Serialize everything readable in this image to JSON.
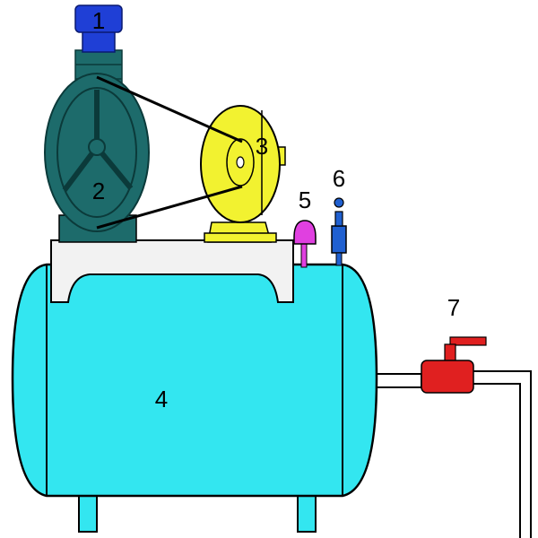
{
  "labels": {
    "valve_cap": "1",
    "flywheel": "2",
    "motor": "3",
    "tank": "4",
    "pressure_switch": "5",
    "safety_valve": "6",
    "outlet_valve": "7"
  },
  "colors": {
    "tank": "#33e6f0",
    "compressor": "#1d6b6b",
    "valve_cap": "#1f3fd6",
    "motor": "#f2f230",
    "base_plate": "#f2f2f2",
    "pressure_switch": "#e040e0",
    "safety_valve": "#2060d0",
    "outlet_valve": "#e02020",
    "outline": "#000000"
  }
}
